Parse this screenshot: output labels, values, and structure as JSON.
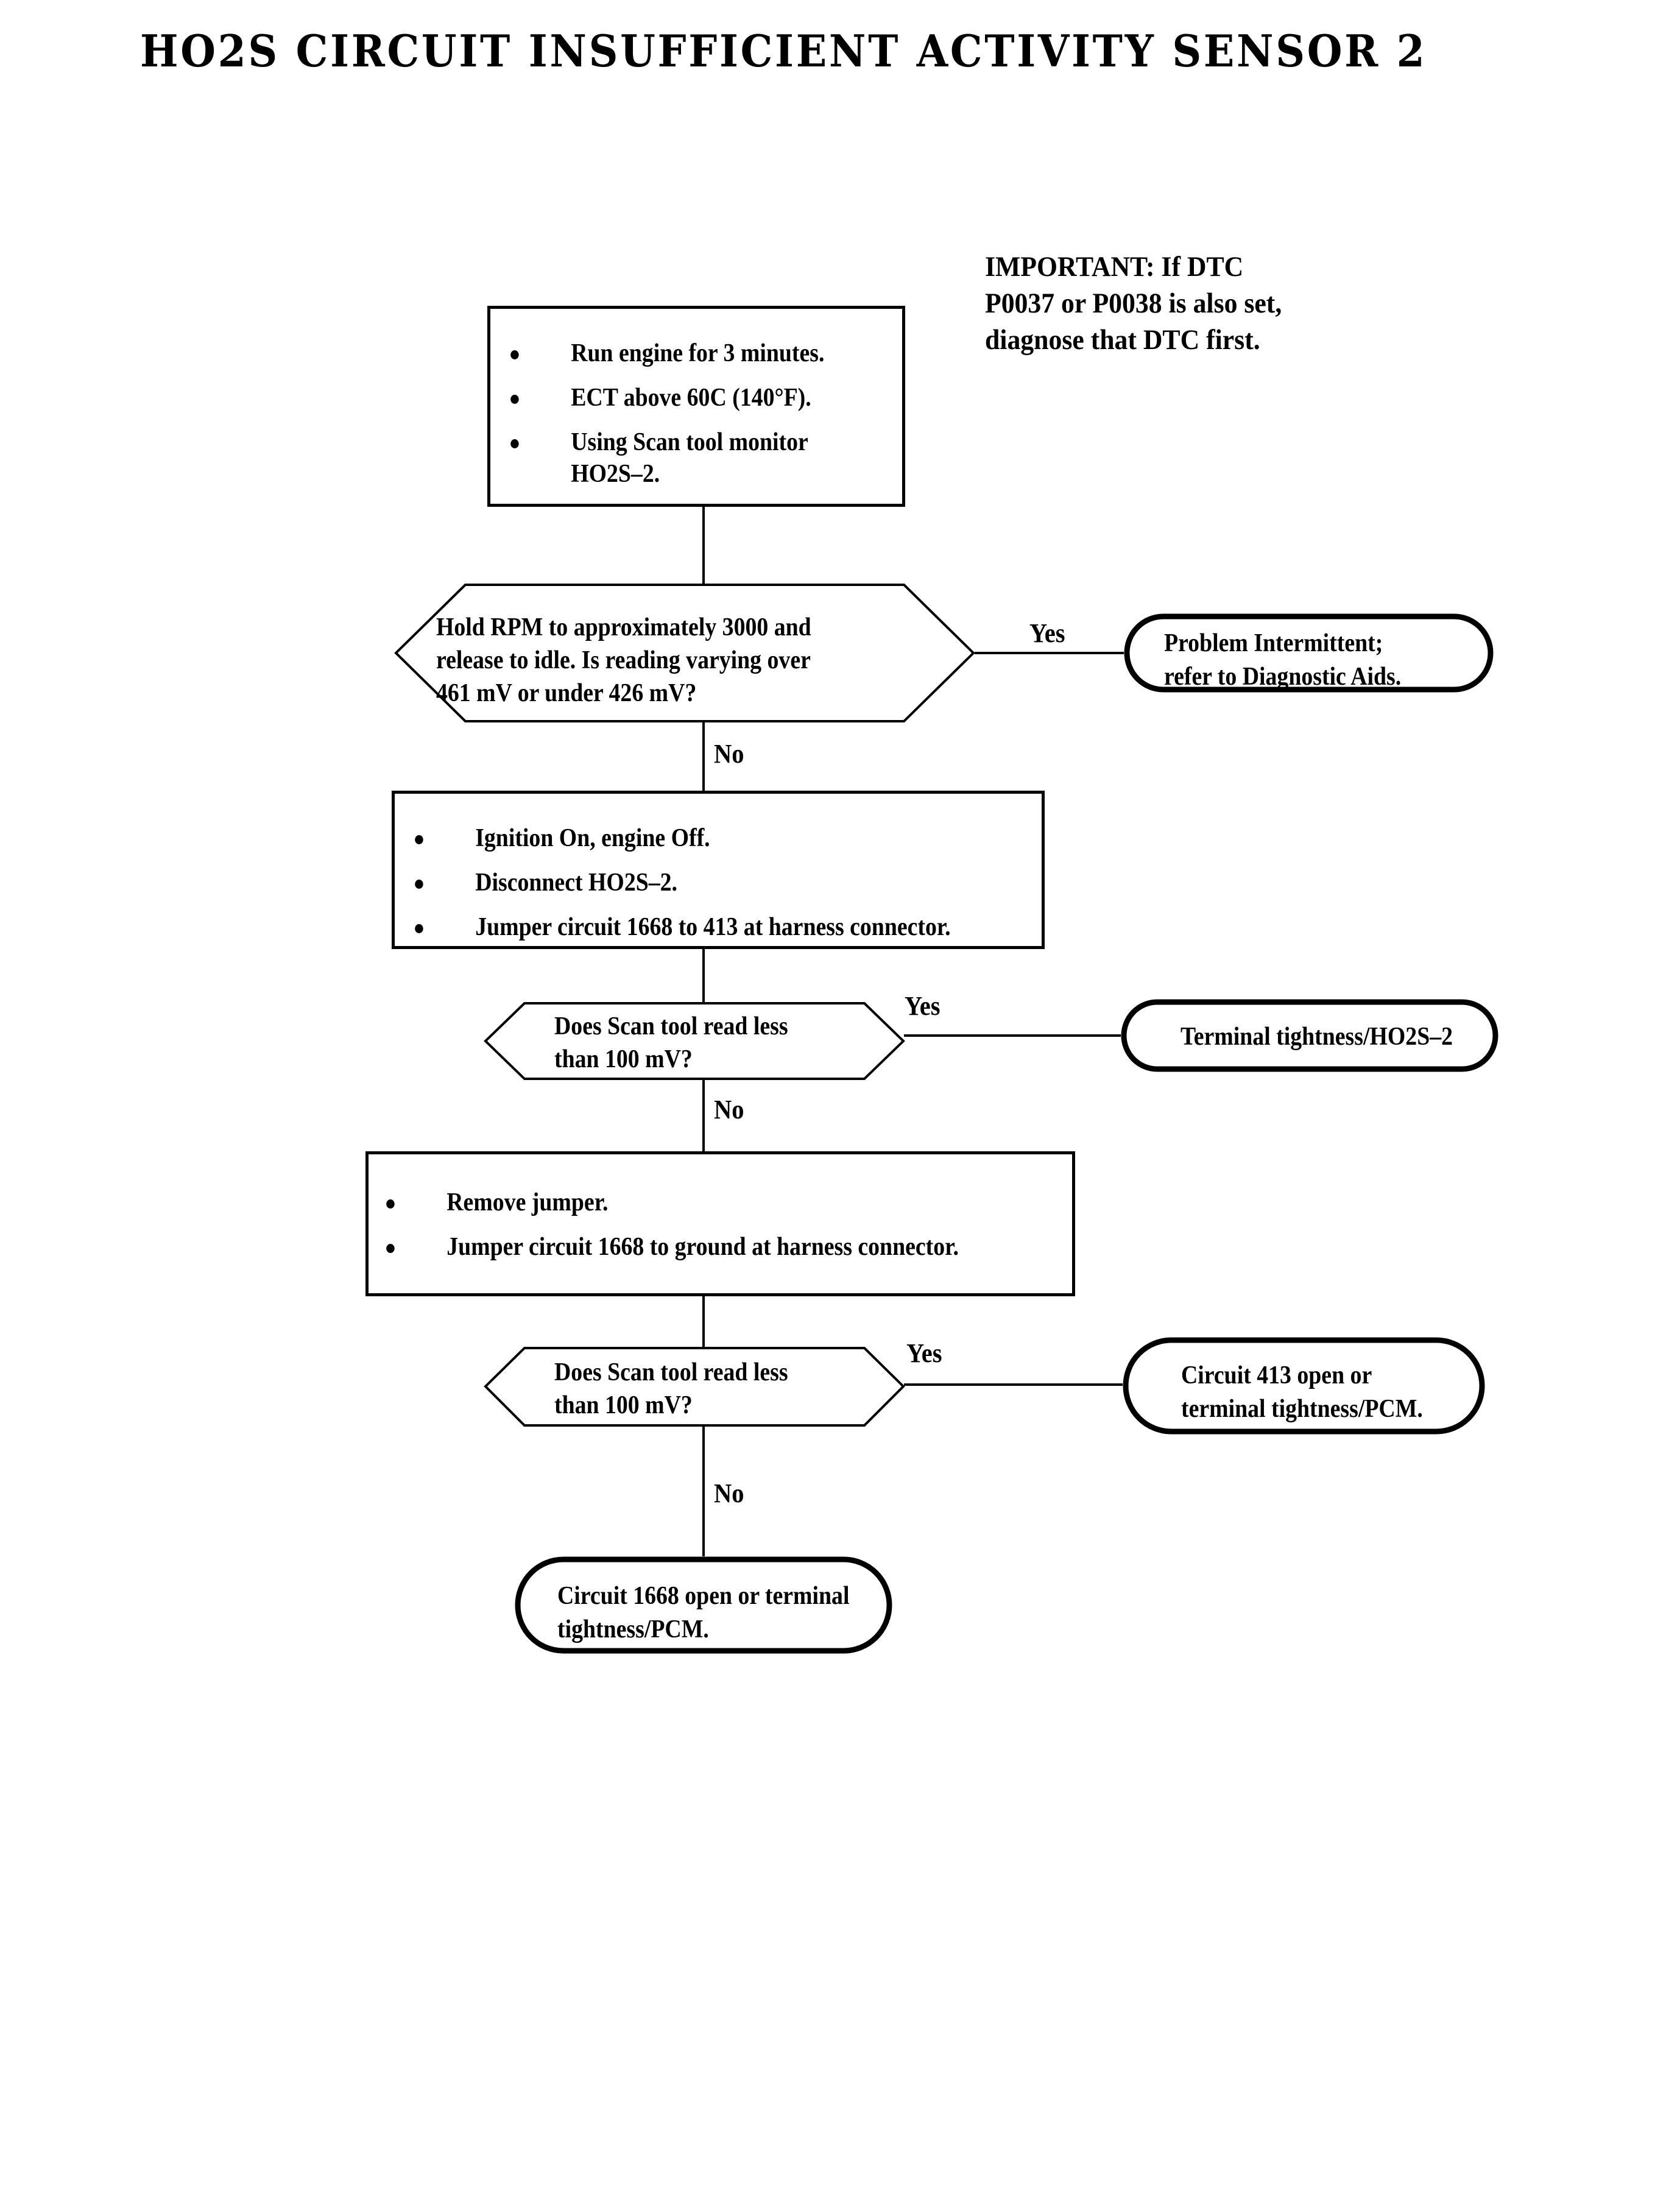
{
  "document": {
    "title": "HO2S CIRCUIT INSUFFICIENT ACTIVITY SENSOR 2"
  },
  "important_note": {
    "line1": "IMPORTANT:  If DTC",
    "line2": "P0037 or P0038 is also set,",
    "line3": "diagnose that DTC first."
  },
  "flowchart": {
    "type": "flowchart",
    "nodes": {
      "step1": {
        "kind": "process",
        "bullets": [
          "Run engine for 3 minutes.",
          "ECT above 60C (140°F).",
          "Using Scan tool monitor",
          "HO2S–2."
        ]
      },
      "decision1": {
        "kind": "decision",
        "line1": "Hold RPM to approximately 3000 and",
        "line2": "release to idle. Is reading varying over",
        "line3": "461 mV or under 426 mV?"
      },
      "result1": {
        "kind": "terminal",
        "line1": "Problem Intermittent;",
        "line2": "refer to Diagnostic Aids."
      },
      "step2": {
        "kind": "process",
        "bullets": [
          "Ignition On, engine Off.",
          "Disconnect HO2S–2.",
          "Jumper circuit 1668 to 413 at harness connector."
        ]
      },
      "decision2": {
        "kind": "decision",
        "line1": "Does Scan tool read less",
        "line2": "than 100 mV?"
      },
      "result2": {
        "kind": "terminal",
        "line1": "Terminal tightness/HO2S–2"
      },
      "step3": {
        "kind": "process",
        "bullets": [
          "Remove jumper.",
          "Jumper circuit 1668 to ground at harness connector."
        ]
      },
      "decision3": {
        "kind": "decision",
        "line1": "Does Scan tool read less",
        "line2": "than 100 mV?"
      },
      "result3": {
        "kind": "terminal",
        "line1": "Circuit 413 open or",
        "line2": "terminal tightness/PCM."
      },
      "result4": {
        "kind": "terminal",
        "line1": "Circuit 1668 open or terminal",
        "line2": "tightness/PCM."
      }
    },
    "branch_labels": {
      "yes1": "Yes",
      "no1": "No",
      "yes2": "Yes",
      "no2": "No",
      "yes3": "Yes",
      "no3": "No"
    }
  },
  "colors": {
    "ink": "#000000",
    "paper": "#ffffff"
  }
}
